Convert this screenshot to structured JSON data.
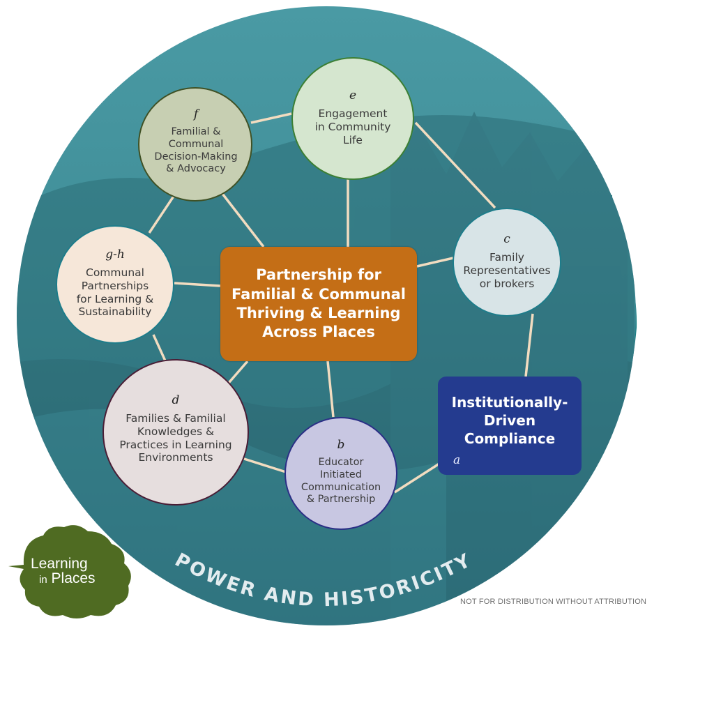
{
  "center": {
    "label": "Partnership for\nFamilial & Communal\nThriving & Learning\nAcross Places"
  },
  "nodes": [
    {
      "id": "e",
      "letter": "e",
      "label": "Engagement\nin Community\nLife",
      "fill": "#d5e6cf"
    },
    {
      "id": "f",
      "letter": "f",
      "label": "Familial &\nCommunal\nDecision-Making\n& Advocacy",
      "fill": "#c7cfb2"
    },
    {
      "id": "gh",
      "letter": "g-h",
      "label": "Communal\nPartnerships\nfor Learning &\nSustainability",
      "fill": "#f6e7d9"
    },
    {
      "id": "d",
      "letter": "d",
      "label": "Families & Familial\nKnowledges &\nPractices in Learning\nEnvironments",
      "fill": "#e6dede"
    },
    {
      "id": "b",
      "letter": "b",
      "label": "Educator\nInitiated\nCommunication\n& Partnership",
      "fill": "#c8c7e2"
    },
    {
      "id": "c",
      "letter": "c",
      "label": "Family\nRepresentatives\nor brokers",
      "fill": "#d8e4e7"
    }
  ],
  "institutional": {
    "letter": "a",
    "label": "Institutionally-\nDriven\nCompliance",
    "fill": "#243b8f"
  },
  "arc_text": "POWER AND HISTORICITY",
  "notice": "NOT FOR DISTRIBUTION WITHOUT ATTRIBUTION",
  "logo": {
    "line1": "Learning",
    "line2_prefix": "in",
    "line2_main": "Places",
    "color": "#4f6b22"
  },
  "colors": {
    "background_circle": "#3e8c96",
    "connector": "#f2dcc0",
    "center_box": "#c46e16"
  }
}
